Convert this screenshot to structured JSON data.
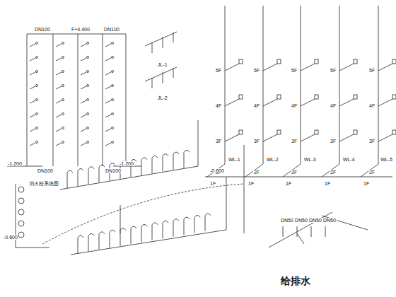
{
  "diagram": {
    "labels": [
      "DN100",
      "F+4.400",
      "DN100",
      "-1.200",
      "DN100",
      "-1.200",
      "DN100",
      "消火栓系统图",
      "JL-1",
      "JL-2",
      "WL-1",
      "WL-2",
      "WL-3",
      "WL-4",
      "WL-5",
      "5F",
      "5F",
      "5F",
      "5F",
      "5F",
      "4F",
      "4F",
      "4F",
      "4F",
      "4F",
      "3F",
      "3F",
      "3F",
      "3F",
      "3F",
      "2F",
      "2F",
      "2F",
      "2F",
      "2F",
      "1F",
      "1F",
      "1F",
      "1F",
      "1F",
      "-0.600",
      "-0.600",
      "DN50",
      "DN50",
      "DN50",
      "DN50",
      "给排水"
    ]
  }
}
